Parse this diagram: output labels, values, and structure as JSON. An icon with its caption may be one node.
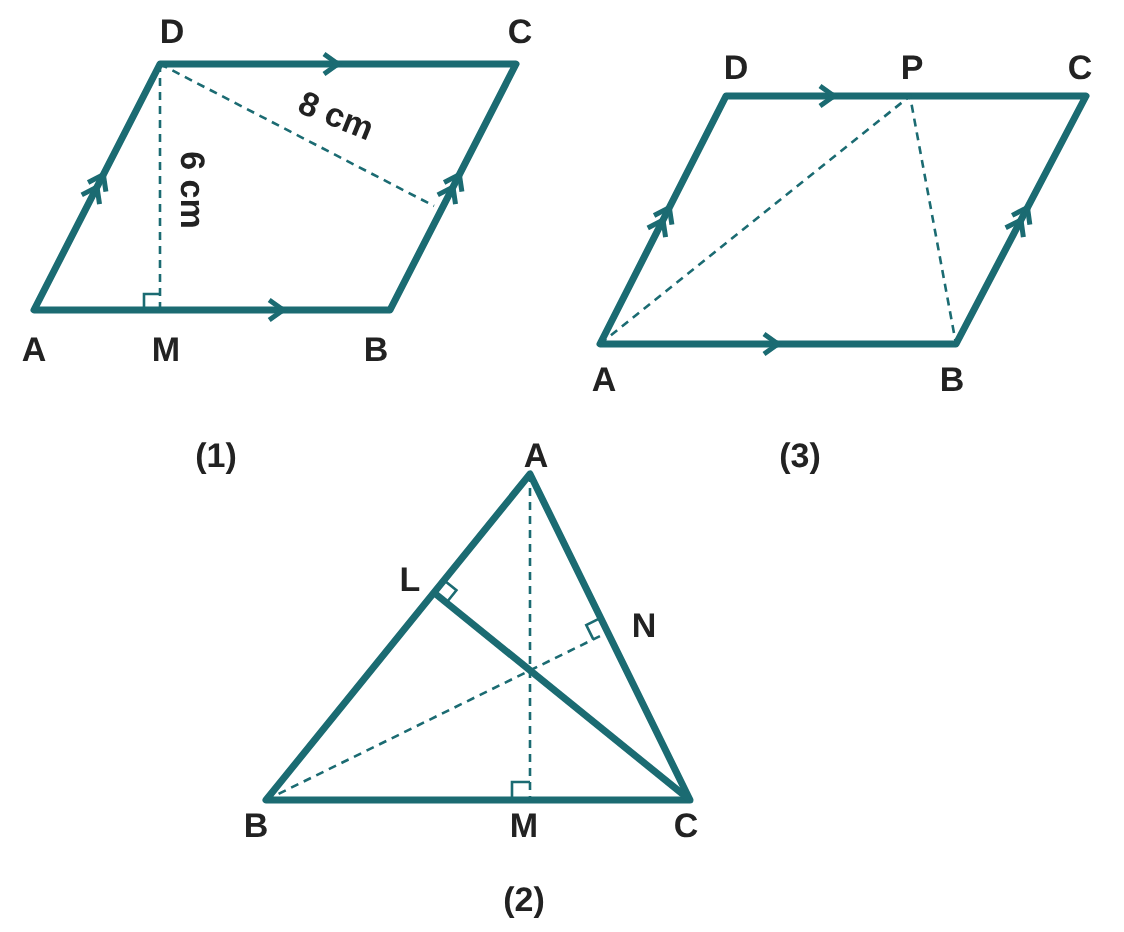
{
  "diagram": {
    "labels": [
      "D",
      "C",
      "8 cm",
      "6 cm",
      "A",
      "M",
      "B",
      "D",
      "P",
      "C",
      "A",
      "B",
      "(1)",
      "A",
      "(3)",
      "L",
      "N",
      "B",
      "M",
      "C",
      "(2)"
    ]
  }
}
